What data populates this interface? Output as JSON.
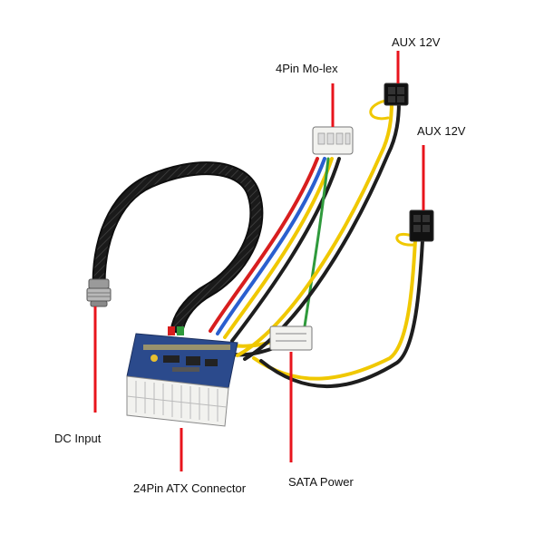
{
  "colors": {
    "leader": "#e8141c",
    "sleeve": "#1a1a1a",
    "pcb": "#2b4a8c",
    "connector": "#f2f2ef",
    "wire_red": "#d81e1e",
    "wire_yellow": "#f0c800",
    "wire_black": "#1e1e1e",
    "wire_blue": "#2a5fcf",
    "wire_green": "#2f9a3c"
  },
  "labels": {
    "dc_input": "DC Input",
    "atx_24pin": "24Pin ATX Connector",
    "sata_power": "SATA Power",
    "molex_4pin": "4Pin Mo-lex",
    "aux_12v_top": "AUX 12V",
    "aux_12v_right": "AUX 12V"
  }
}
